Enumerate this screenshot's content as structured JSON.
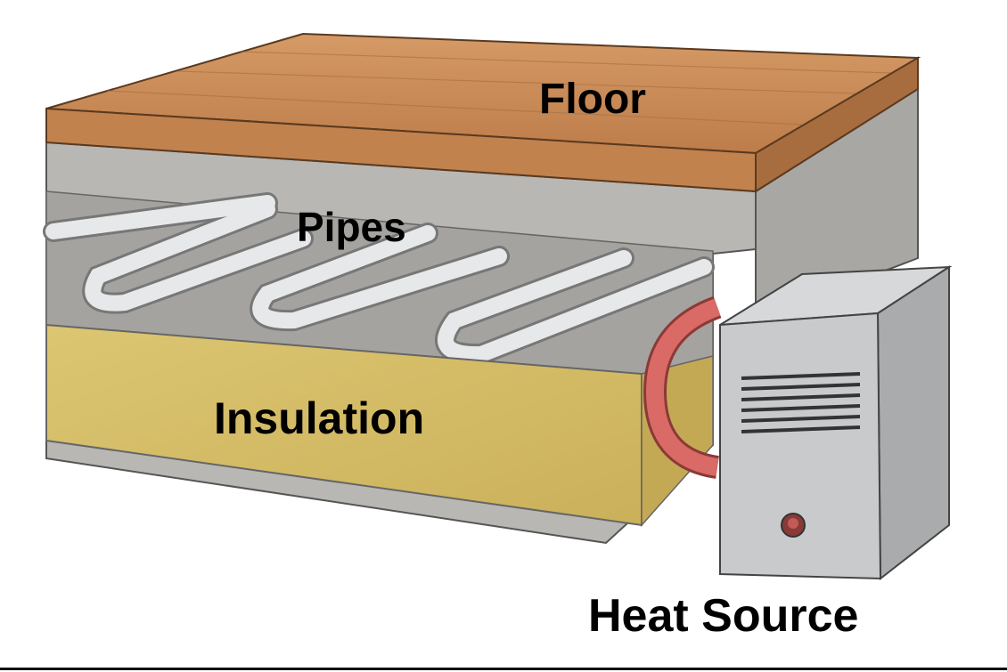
{
  "labels": {
    "floor": "Floor",
    "pipes": "Pipes",
    "insulation": "Insulation",
    "heat_source": "Heat Source"
  },
  "colors": {
    "wood": "#c98a55",
    "concrete": "#b8b6b2",
    "insulation": "#d9c170",
    "pipe": "#e4e6e8",
    "hot_pipe": "#d96a66",
    "heater": "#c9cacb"
  }
}
